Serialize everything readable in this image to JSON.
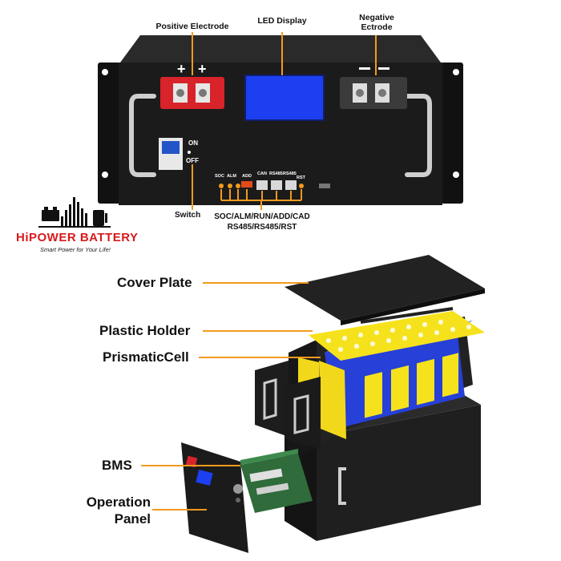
{
  "front_panel": {
    "positive_label": "Positive Electrode",
    "led_label": "LED Display",
    "negative_label": "Negative\nEctrode",
    "plus_sign_1": "+",
    "plus_sign_2": "+",
    "on_label": "ON",
    "off_label": "OFF",
    "switch_label": "Switch",
    "ports": [
      "SOC",
      "ALM",
      "ADD",
      "CAN",
      "RS485",
      "RS485",
      "RST"
    ],
    "ports_caption_line1": "SOC/ALM/RUN/ADD/CAD",
    "ports_caption_line2": "RS485/RS485/RST"
  },
  "brand": {
    "name": "HiPOWER BATTERY",
    "tagline": "Smart Power for Your Life!"
  },
  "exploded_view": {
    "labels": {
      "cover_plate": "Cover Plate",
      "plastic_holder": "Plastic Holder",
      "prismatic_cell": "PrismaticCell",
      "bms": "BMS",
      "operation_panel_line1": "Operation",
      "operation_panel_line2": "Panel"
    }
  },
  "colors": {
    "accent_orange": "#f39a1e",
    "chassis": "#1b1b1b",
    "display_blue": "#1c3ff0",
    "positive_red": "#d8232a",
    "cell_blue": "#2640d8",
    "cell_yellow": "#f6e21c",
    "brand_red": "#d8191c"
  }
}
